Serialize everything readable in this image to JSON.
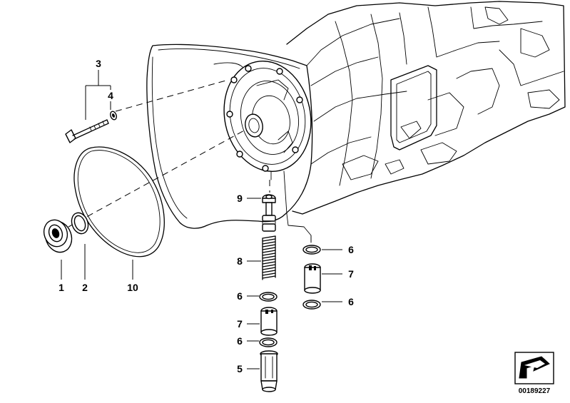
{
  "diagram": {
    "part_callouts": [
      {
        "id": "c1",
        "label": "1"
      },
      {
        "id": "c2",
        "label": "2"
      },
      {
        "id": "c10",
        "label": "10"
      },
      {
        "id": "c3",
        "label": "3"
      },
      {
        "id": "c4",
        "label": "4"
      },
      {
        "id": "c9",
        "label": "9"
      },
      {
        "id": "c8",
        "label": "8"
      },
      {
        "id": "c6a",
        "label": "6"
      },
      {
        "id": "c7a",
        "label": "7"
      },
      {
        "id": "c6b",
        "label": "6"
      },
      {
        "id": "c5",
        "label": "5"
      },
      {
        "id": "c6r1",
        "label": "6"
      },
      {
        "id": "c7r",
        "label": "7"
      },
      {
        "id": "c6r2",
        "label": "6"
      }
    ],
    "reference_number": "00189227",
    "nav_icon": "arrow-return-icon"
  }
}
